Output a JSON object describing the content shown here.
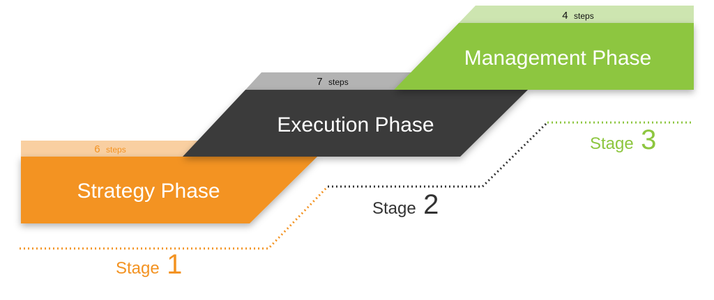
{
  "phases": [
    {
      "key": "strategy",
      "label": "Strategy Phase",
      "steps_count": "6",
      "steps_word": "steps",
      "color": "#F39322",
      "tab_color": "#F9CFA1",
      "steps_text_color": "#F39322"
    },
    {
      "key": "execution",
      "label": "Execution Phase",
      "steps_count": "7",
      "steps_word": "steps",
      "color": "#3A3A3A",
      "tab_color": "#B3B3B3",
      "steps_text_color": "#111111"
    },
    {
      "key": "management",
      "label": "Management Phase",
      "steps_count": "4",
      "steps_word": "steps",
      "color": "#8DC63F",
      "tab_color": "#CDE5B0",
      "steps_text_color": "#111111"
    }
  ],
  "stages": [
    {
      "key": "stage-1",
      "word": "Stage",
      "number": "1",
      "color": "#F39322"
    },
    {
      "key": "stage-2",
      "word": "Stage",
      "number": "2",
      "color": "#333333"
    },
    {
      "key": "stage-3",
      "word": "Stage",
      "number": "3",
      "color": "#8DC63F"
    }
  ]
}
